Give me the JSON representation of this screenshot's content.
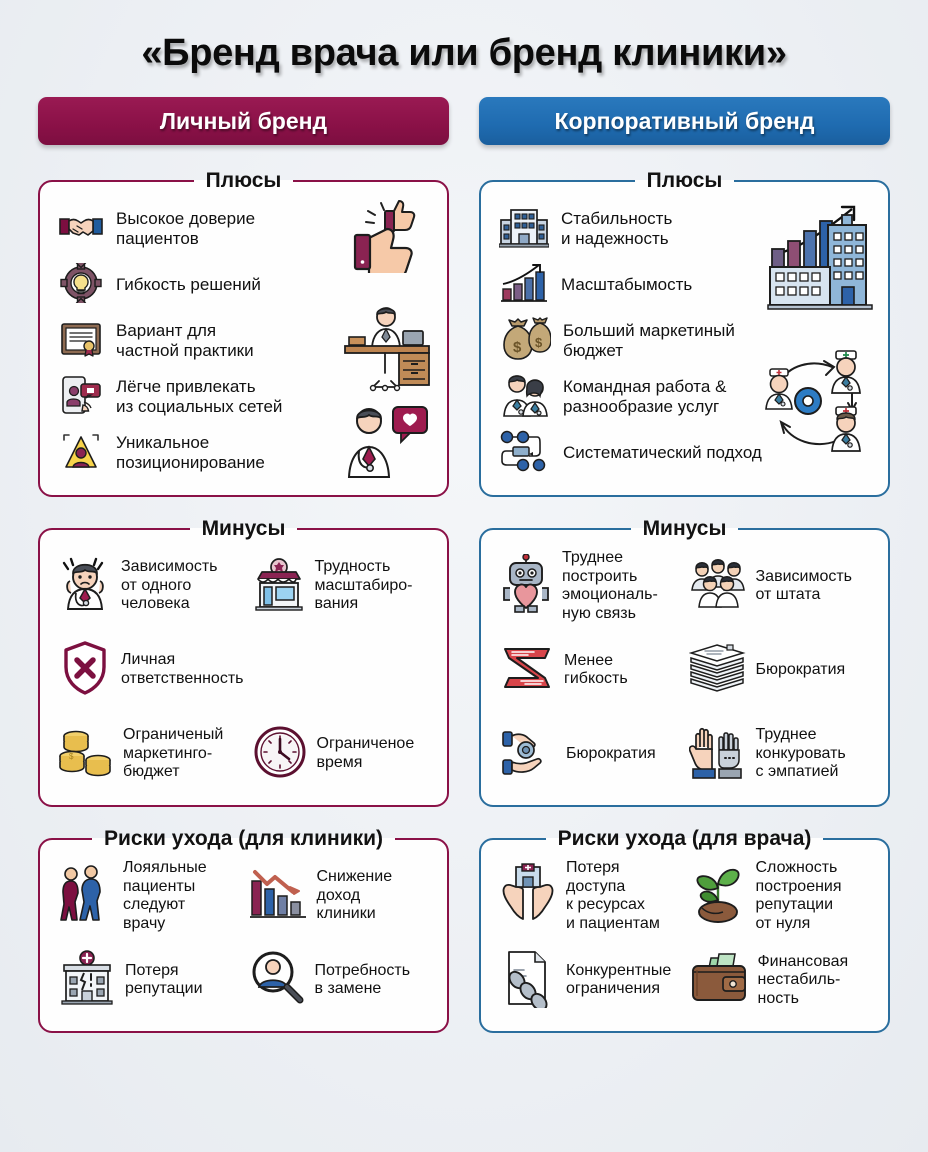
{
  "title": "«Бренд врача или бренд клиники»",
  "colors": {
    "personal": "#8A1147",
    "corporate": "#1F6BB0",
    "background": "#EDF0F4",
    "card_bg": "#FEFEFE",
    "text": "#111111"
  },
  "columns": {
    "personal": {
      "badge": "Личный бренд",
      "sections": [
        {
          "heading": "Плюсы",
          "layout": "one-column",
          "items": [
            {
              "icon": "handshake-icon",
              "label": "Высокое доверие\nпациентов"
            },
            {
              "icon": "gear-bulb-icon",
              "label": "Гибкость решений"
            },
            {
              "icon": "certificate-icon",
              "label": "Вариант для\nчастной практики"
            },
            {
              "icon": "phone-social-icon",
              "label": "Лёгче привлекать\nиз социальных сетей"
            },
            {
              "icon": "spotlight-person-icon",
              "label": "Уникальное\nпозиционирование"
            }
          ],
          "decorations": [
            "thumbs-up-icon",
            "doctor-desk-icon",
            "doctor-heart-icon"
          ]
        },
        {
          "heading": "Минусы",
          "layout": "two-column",
          "items": [
            {
              "icon": "stressed-doctor-icon",
              "label": "Зависимость\nот одного\nчеловека"
            },
            {
              "icon": "clinic-shop-icon",
              "label": "Трудность\nмасштабиро-\nвания"
            },
            {
              "icon": "shield-cross-icon",
              "label": "Личная\nответственность"
            },
            {
              "icon": "",
              "label": ""
            },
            {
              "icon": "coins-icon",
              "label": "Ограниченый\nмаркетинго-\nбюджет"
            },
            {
              "icon": "clock-icon",
              "label": "Ограниченое\nвремя"
            }
          ]
        },
        {
          "heading": "Риски ухода (для клиники)",
          "layout": "two-column",
          "items": [
            {
              "icon": "patients-walking-icon",
              "label": "Лояяльные\nпациенты\nследуют\nврачу"
            },
            {
              "icon": "declining-chart-icon",
              "label": "Снижение\nдоход\nклиники"
            },
            {
              "icon": "broken-clinic-icon",
              "label": "Потеря\nрепутации"
            },
            {
              "icon": "search-person-icon",
              "label": "Потребность\nв замене"
            }
          ]
        }
      ]
    },
    "corporate": {
      "badge": "Корпоративный бренд",
      "sections": [
        {
          "heading": "Плюсы",
          "layout": "one-column",
          "items": [
            {
              "icon": "hospital-building-icon",
              "label": "Стабильность\nи надежность"
            },
            {
              "icon": "growth-bars-icon",
              "label": "Масштабымость"
            },
            {
              "icon": "money-bags-icon",
              "label": "Больший маркетиный\nбюджет"
            },
            {
              "icon": "team-doctors-icon",
              "label": "Командная работа &\nразнообразие услуг"
            },
            {
              "icon": "workflow-icon",
              "label": "Систематический подход"
            }
          ],
          "decorations": [
            "city-growth-icon",
            "team-cycle-icon"
          ]
        },
        {
          "heading": "Минусы",
          "layout": "two-column",
          "items": [
            {
              "icon": "robot-heart-icon",
              "label": "Труднее\nпостроить\nэмоциональ-\nную связь"
            },
            {
              "icon": "staff-group-icon",
              "label": "Зависимость\nот штата"
            },
            {
              "icon": "rigid-z-icon",
              "label": "Менее\nгибкость"
            },
            {
              "icon": "paper-stack-icon",
              "label": "Бюрократия"
            },
            {
              "icon": "coin-hand-icon",
              "label": "Бюрократия"
            },
            {
              "icon": "robot-hand-icon",
              "label": "Труднее\nконкуровать\nс эмпатией"
            }
          ]
        },
        {
          "heading": "Риски ухода (для врача)",
          "layout": "two-column",
          "items": [
            {
              "icon": "hands-clinic-icon",
              "label": "Потеря\nдоступа\nк ресурсах\nи пациентам"
            },
            {
              "icon": "sprout-icon",
              "label": "Сложность\nпостроения\nрепутации\nот нуля"
            },
            {
              "icon": "chain-document-icon",
              "label": "Конкурентные\nограничения"
            },
            {
              "icon": "wallet-icon",
              "label": "Финансовая\nнестабиль-\nность"
            }
          ]
        }
      ]
    }
  }
}
